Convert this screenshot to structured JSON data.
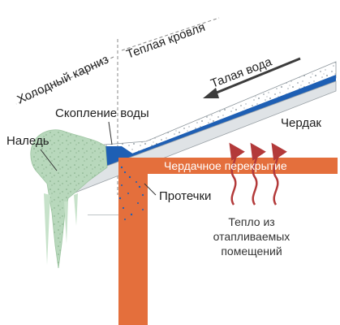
{
  "labels": {
    "warm_roof": "Теплая кровля",
    "cold_eave": "Холодный  карниз",
    "melt_water": "Талая вода",
    "water_accumulation": "Скопление воды",
    "attic": "Чердак",
    "ice": "Наледь",
    "attic_floor": "Чердачное перекрытие",
    "leaks": "Протечки",
    "heat_line1": "Тепло из",
    "heat_line2": "отапливаемых",
    "heat_line3": "помещений"
  },
  "colors": {
    "wall_orange": "#e46f3c",
    "water_blue": "#1e5fb4",
    "ice_green": "#b8d8bc",
    "heat_arrow_red": "#b33a3a",
    "roof_gray": "#dfe3e6"
  },
  "icons": {
    "melt_direction": "arrow-left-icon",
    "heat_flow": "wavy-arrow-up-icon"
  }
}
